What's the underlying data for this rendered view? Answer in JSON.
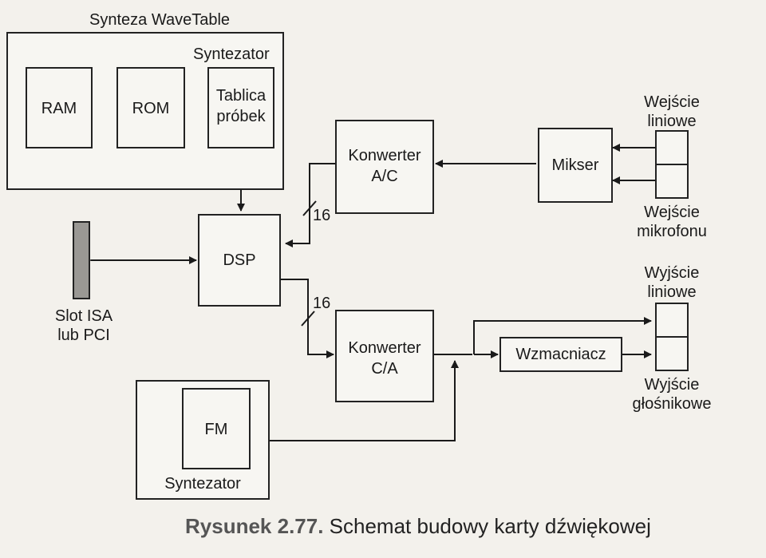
{
  "blocks": {
    "wavetable_group": "Synteza WaveTable",
    "syntezator_top": "Syntezator",
    "ram": "RAM",
    "rom": "ROM",
    "tablica_line1": "Tablica",
    "tablica_line2": "próbek",
    "dsp": "DSP",
    "ac_line1": "Konwerter",
    "ac_line2": "A/C",
    "ca_line1": "Konwerter",
    "ca_line2": "C/A",
    "mikser": "Mikser",
    "wzmacniacz": "Wzmacniacz",
    "fm": "FM",
    "syntezator_bottom": "Syntezator",
    "slot_line1": "Slot ISA",
    "slot_line2": "lub PCI"
  },
  "ports": {
    "in_line_1": "Wejście",
    "in_line_2": "liniowe",
    "in_mic_1": "Wejście",
    "in_mic_2": "mikrofonu",
    "out_line_1": "Wyjście",
    "out_line_2": "liniowe",
    "out_spk_1": "Wyjście",
    "out_spk_2": "głośnikowe"
  },
  "bus": {
    "width_in": "16",
    "width_out": "16"
  },
  "caption": {
    "number": "Rysunek 2.77.",
    "text": "Schemat budowy karty dźwiękowej"
  }
}
